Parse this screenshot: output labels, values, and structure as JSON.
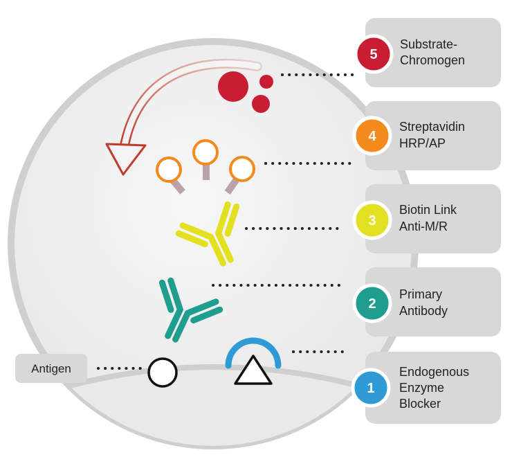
{
  "antigen": {
    "label": "Antigen"
  },
  "steps": [
    {
      "number": "5",
      "line1": "Substrate-",
      "line2": "Chromogen",
      "line3": "",
      "color": "#c81d32"
    },
    {
      "number": "4",
      "line1": "Streptavidin",
      "line2": "HRP/AP",
      "line3": "",
      "color": "#f28a1c"
    },
    {
      "number": "3",
      "line1": "Biotin Link",
      "line2": "Anti-M/R",
      "line3": "",
      "color": "#e3e021"
    },
    {
      "number": "2",
      "line1": "Primary",
      "line2": "Antibody",
      "line3": "",
      "color": "#1f9d8e"
    },
    {
      "number": "1",
      "line1": "Endogenous",
      "line2": "Enzyme",
      "line3": "Blocker",
      "color": "#2e9bd6"
    }
  ],
  "colors": {
    "panel": "#d8d8d8",
    "circle_fill": "#efefef",
    "circle_stroke": "#c9c9c9",
    "substrate": "#c81d32",
    "streptavidin": "#f28a1c",
    "biotin_antibody": "#e3e021",
    "primary_antibody": "#1f9d8e",
    "blocker_arc": "#2e9bd6",
    "arrow": "#c0392b"
  }
}
